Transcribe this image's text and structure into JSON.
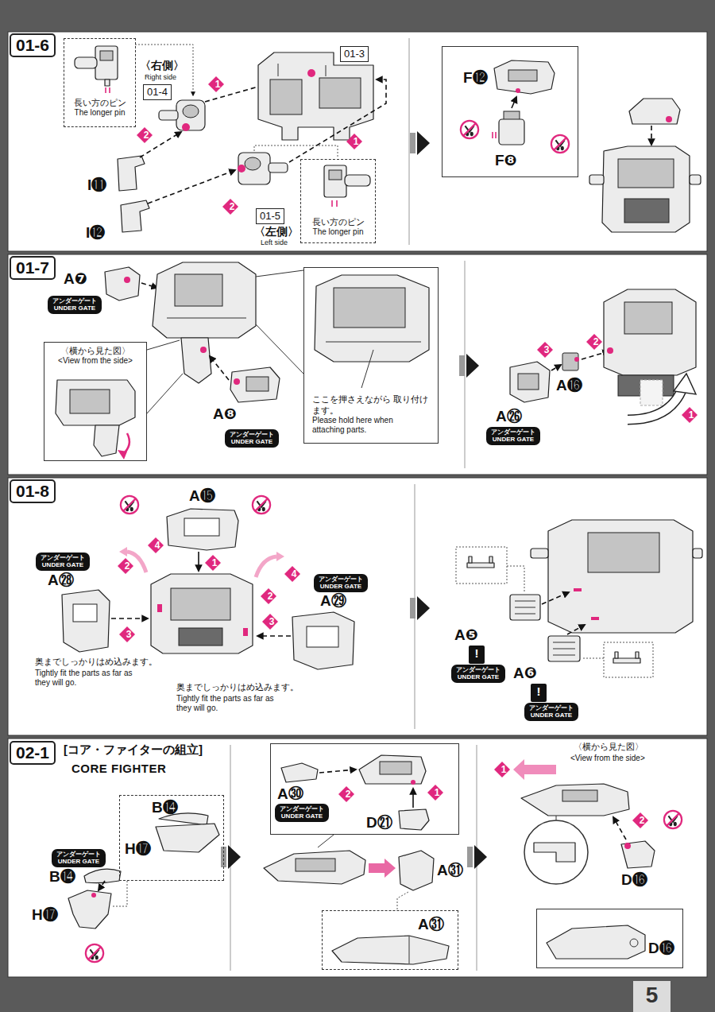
{
  "diagram": {
    "nodes": [
      {
        "text": [
          "01-6"
        ]
      },
      {
        "text": [
          "長い方のピン",
          "The longer pin"
        ]
      },
      {
        "text": [
          "01-4"
        ]
      },
      {
        "text": [
          "01-3"
        ]
      },
      {
        "text": [
          "1"
        ]
      },
      {
        "text": [
          "2"
        ]
      },
      {
        "text": [
          "1"
        ]
      },
      {
        "text": [
          "2"
        ]
      },
      {
        "text": [
          "01-5"
        ]
      },
      {
        "text": [
          "長い方のピン",
          "The longer pin"
        ]
      },
      {
        "text": [
          "F⓬",
          "F❽"
        ]
      },
      {
        "text": [
          "01-7"
        ]
      },
      {
        "text": [
          "アンダーゲート",
          "UNDER GATE"
        ]
      },
      {
        "text": [
          "〈横から見た図〉",
          "<View from the side>"
        ]
      },
      {
        "text": [
          "アンダーゲート",
          "UNDER GATE"
        ]
      },
      {
        "text": [
          "ここを押さえながら 取り付けます。",
          "Please hold here when attaching parts."
        ]
      },
      {
        "text": [
          "3"
        ]
      },
      {
        "text": [
          "2"
        ]
      },
      {
        "text": [
          "1"
        ]
      },
      {
        "text": [
          "アンダーゲート",
          "UNDER GATE"
        ]
      },
      {
        "text": [
          "01-8"
        ]
      },
      {
        "text": [
          "1"
        ]
      },
      {
        "text": [
          "アンダーゲート",
          "UNDER GATE"
        ]
      },
      {
        "text": [
          "2"
        ]
      },
      {
        "text": [
          "4"
        ]
      },
      {
        "text": [
          "2"
        ]
      },
      {
        "text": [
          "4"
        ]
      },
      {
        "text": [
          "アンダーゲート",
          "UNDER GATE"
        ]
      },
      {
        "text": [
          "3"
        ]
      },
      {
        "text": [
          "3"
        ]
      },
      {
        "text": [
          "!"
        ]
      },
      {
        "text": [
          "アンダーゲート",
          "UNDER GATE"
        ]
      },
      {
        "text": [
          "!"
        ]
      },
      {
        "text": [
          "アンダーゲート",
          "UNDER GATE"
        ]
      },
      {
        "text": [
          "02-1"
        ]
      },
      {
        "text": [
          "アンダーゲート",
          "UNDER GATE"
        ]
      },
      {
        "text": [
          "B⓮",
          "H⓱"
        ]
      },
      {
        "text": [
          "A㉚",
          "D㉑"
        ]
      },
      {
        "text": [
          "アンダーゲート",
          "UNDER GATE"
        ],
        "in": 37
      },
      {
        "text": [
          "2"
        ],
        "in": 37
      },
      {
        "text": [
          "1"
        ],
        "in": 37
      },
      {
        "text": [
          "A㉛"
        ]
      },
      {
        "text": [
          "1"
        ]
      },
      {
        "text": [
          "2"
        ]
      },
      {
        "text": [
          "D⓰"
        ]
      },
      {
        "text": [
          "5"
        ]
      }
    ],
    "labels": [
      "〈右側〉",
      "Right side",
      "I⓫",
      "I⓬",
      "〈左側〉",
      "Left side",
      "A❼",
      "A❽",
      "A㉖",
      "A⓰",
      "A⓯",
      "A㉘",
      "A㉙",
      "奥までしっかりはめ込みます。",
      "Tightly fit the parts as far as they will go.",
      "奥までしっかりはめ込みます。",
      "Tightly fit the parts as far as they will go.",
      "A❺",
      "A❻",
      "[コア・ファイターの組立]",
      "CORE FIGHTER",
      "B⓮",
      "H⓱",
      "A㉛",
      "〈横から見た図〉",
      "<View from the side>",
      "D⓰"
    ]
  }
}
